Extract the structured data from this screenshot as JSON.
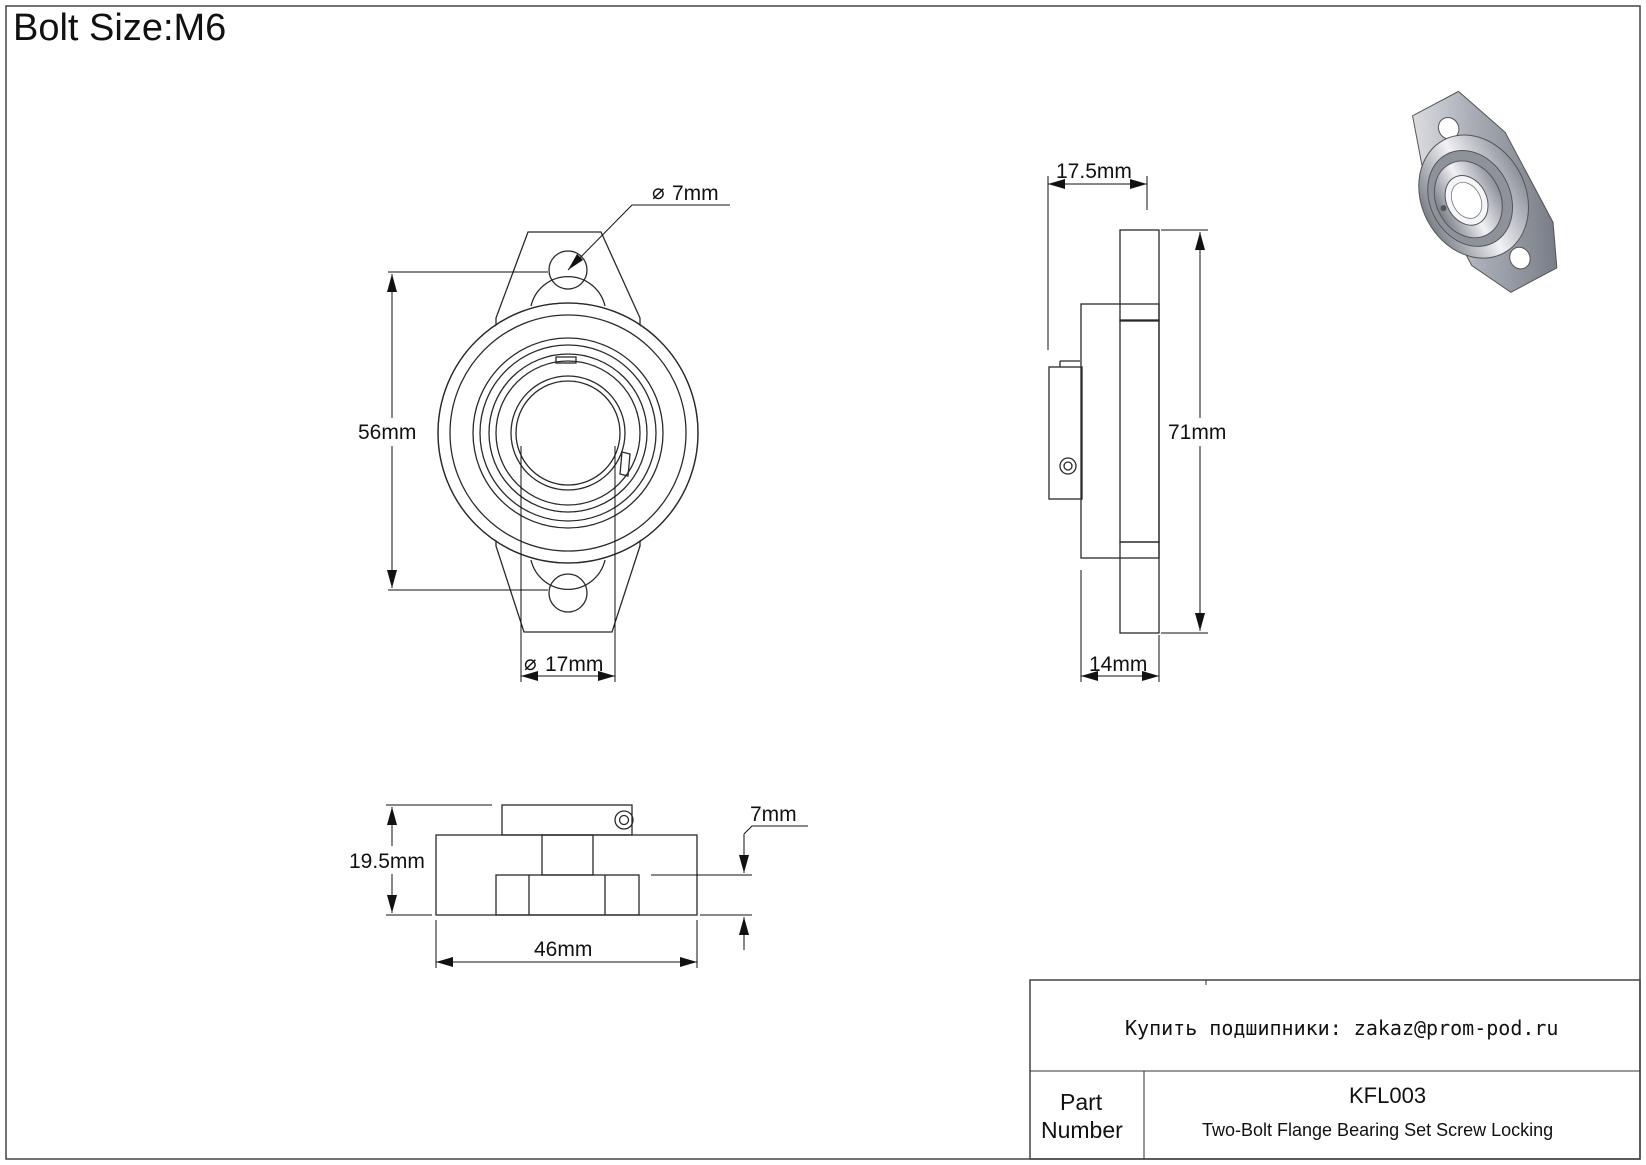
{
  "sheet": {
    "title": "Bolt Size:M6"
  },
  "front_view": {
    "hole_dia": "7mm",
    "bolt_spacing": "56mm",
    "bore_dia": "17mm"
  },
  "side_view": {
    "total_width": "17.5mm",
    "height": "71mm",
    "housing_width": "14mm"
  },
  "top_view": {
    "height": "19.5mm",
    "flange_thickness": "7mm",
    "width": "46mm"
  },
  "title_block": {
    "contact": "Купить подшипники: zakaz@prom-pod.ru",
    "part_label_line1": "Part",
    "part_label_line2": "Number",
    "part_number": "KFL003",
    "description": "Two-Bolt Flange Bearing Set Screw Locking"
  },
  "colors": {
    "line": "#2a2a2a",
    "frame": "#444444",
    "iso_body": "#b9bcc4",
    "iso_highlight": "#f2f3f6"
  },
  "icons": {
    "diameter_symbol": "⌀"
  }
}
